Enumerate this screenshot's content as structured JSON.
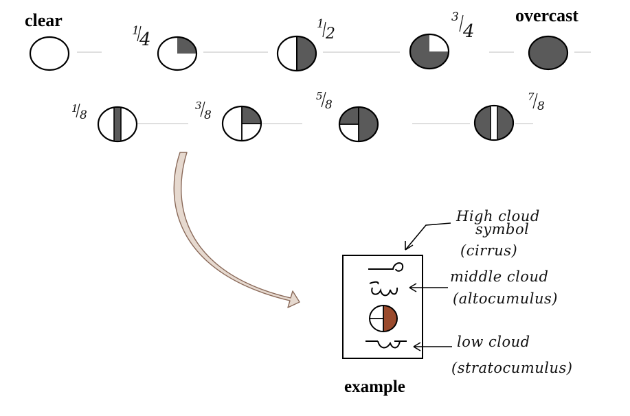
{
  "labels": {
    "clear": "clear",
    "overcast": "overcast",
    "example": "example"
  },
  "fractions": {
    "one_quarter": {
      "num": "1",
      "den": "4"
    },
    "one_half": {
      "num": "1",
      "den": "2"
    },
    "three_quarters": {
      "num": "3",
      "den": "4"
    },
    "one_eighth": {
      "num": "1",
      "den": "8"
    },
    "three_eighths": {
      "num": "3",
      "den": "8"
    },
    "five_eighths": {
      "num": "5",
      "den": "8"
    },
    "seven_eighths": {
      "num": "7",
      "den": "8"
    }
  },
  "annotations": {
    "high_cloud_line1": "High cloud",
    "high_cloud_line2": "symbol",
    "high_cloud_line3": "(cirrus)",
    "middle_cloud_line1": "middle cloud",
    "middle_cloud_line2": "(altocumulus)",
    "low_cloud_line1": "low cloud",
    "low_cloud_line2": "(stratocumulus)"
  },
  "colors": {
    "cover_fill": "#5a5a5a",
    "example_cover_fill": "#9a4a2c",
    "connector_line": "#cccccc",
    "arrow_fill": "#e6d9cf",
    "arrow_stroke": "#8a6a5a"
  }
}
